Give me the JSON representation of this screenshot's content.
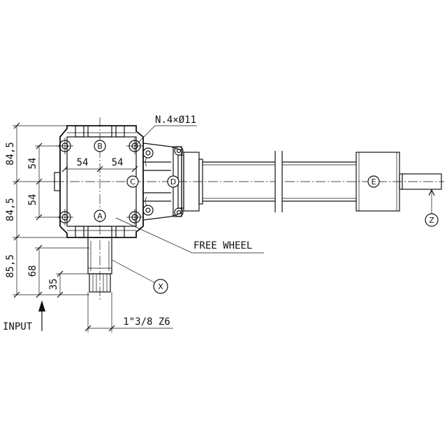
{
  "dimensions": {
    "height_upper": "84,5",
    "height_lower": "84,5",
    "half_bolt_upper": "54",
    "half_bolt_lower": "54",
    "half_width_left": "54",
    "half_width_right": "54",
    "input_total": "85,5",
    "input_shaft": "68",
    "input_spline": "35",
    "shaft_spec": "1\"3/8 Z6"
  },
  "annotations": {
    "holes": "N.4×Ø11",
    "free_wheel": "FREE WHEEL",
    "input": "INPUT"
  },
  "callouts": {
    "a": "A",
    "b": "B",
    "c": "C",
    "d": "D",
    "e": "E",
    "x": "X",
    "z": "Z"
  }
}
